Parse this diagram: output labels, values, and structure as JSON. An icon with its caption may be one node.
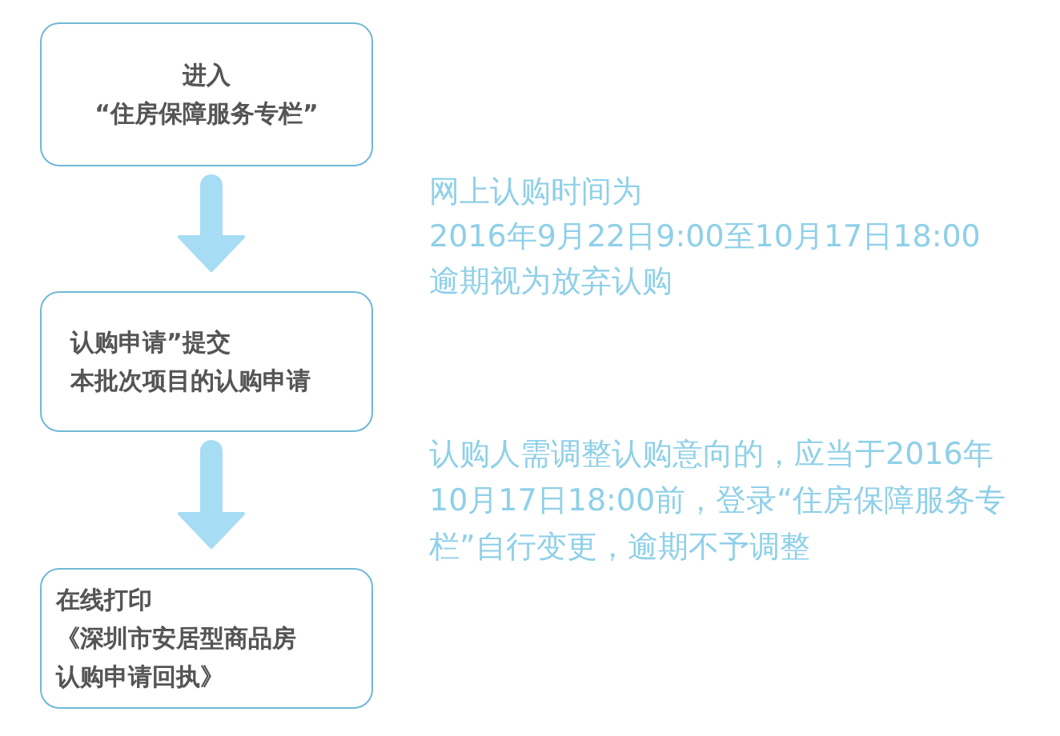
{
  "diagram": {
    "nodes": [
      {
        "text": [
          "进入",
          "“住房保障服务专栏”"
        ]
      },
      {
        "text": [
          "认购申请”提交",
          "本批次项目的认购申请"
        ]
      },
      {
        "text": [
          "在线打印",
          "《深圳市安居型商品房认购申请回执》"
        ]
      }
    ],
    "edges": [
      {
        "from": 0,
        "to": 1,
        "arrow": "to"
      },
      {
        "from": 1,
        "to": 2,
        "arrow": "to"
      }
    ],
    "labels": [
      "网上认购时间为",
      "2016年9月22日9:00至10月17日18:00",
      "逾期视为放弃认购",
      "认购人需调整认购意向的，应当于2016年10月17日18:00前，登录“住房保障服务专栏”自行变更，逾期不予调整"
    ]
  }
}
